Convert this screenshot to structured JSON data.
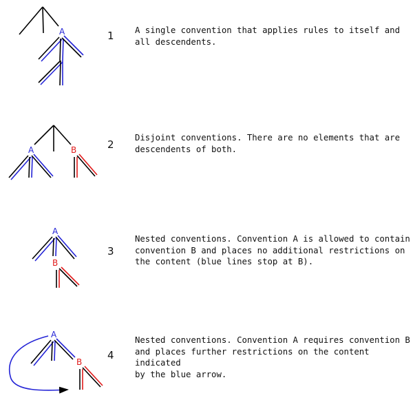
{
  "colors": {
    "black": "#000000",
    "blue": "#2323d6",
    "red": "#e01b1b"
  },
  "rows": [
    {
      "number": "1",
      "labels": {
        "a": "A"
      },
      "description": "A single convention that applies rules to itself and\nall descendents."
    },
    {
      "number": "2",
      "labels": {
        "a": "A",
        "b": "B"
      },
      "description": "Disjoint conventions. There are no elements that are\ndescendents of both."
    },
    {
      "number": "3",
      "labels": {
        "a": "A",
        "b": "B"
      },
      "description": "Nested conventions. Convention A is allowed to contain\nconvention B and places no additional restrictions on\nthe content (blue lines stop at B)."
    },
    {
      "number": "4",
      "labels": {
        "a": "A",
        "b": "B"
      },
      "description": "Nested conventions. Convention A requires convention B\nand places further restrictions on the content indicated\nby the blue arrow."
    }
  ]
}
